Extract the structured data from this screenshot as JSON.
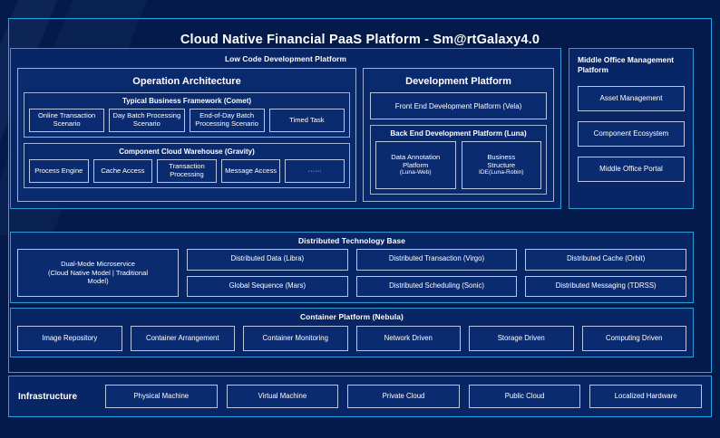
{
  "title": "Cloud Native Financial PaaS Platform - Sm@rtGalaxy4.0",
  "colors": {
    "canvas_bg": "#031a4a",
    "frame_border": "#22a5e8",
    "section_border": "#2f9ad6",
    "section_bg": "#082566",
    "chip_border": "#b9c7e2",
    "chip_bg": "#0b2b70",
    "text": "#ffffff"
  },
  "low_code": {
    "title": "Low Code Development Platform",
    "operation_architecture": {
      "title": "Operation Architecture",
      "groups": [
        {
          "title": "Typical Business Framework (Comet)",
          "items": [
            "Online Transaction Scenario",
            "Day Batch Processing Scenario",
            "End-of-Day Batch Processing Scenario",
            "Timed Task"
          ]
        },
        {
          "title": "Component Cloud Warehouse (Gravity)",
          "items": [
            "Process Engine",
            "Cache Access",
            "Transaction Processing",
            "Message Access",
            "······"
          ]
        }
      ]
    },
    "development_platform": {
      "title": "Development Platform",
      "front_end": "Front End Development Platform (Vela)",
      "back_end": {
        "title": "Back End Development Platform (Luna)",
        "items": [
          {
            "line1": "Data Annotation",
            "line2": "Platform",
            "line3": "(Luna-Web)"
          },
          {
            "line1": "Business",
            "line2": "Structure",
            "line3": "IDE(Luna-Robin)"
          }
        ]
      }
    }
  },
  "middle_office": {
    "title": "Middle Office Management Platform",
    "items": [
      "Asset Management",
      "Component Ecosystem",
      "Middle Office Portal"
    ]
  },
  "distributed_technology_base": {
    "title": "Distributed Technology Base",
    "featured": "Dual-Mode Microservice (Cloud Native Model | Traditional Model)",
    "featured_line1": "Dual-Mode Microservice",
    "featured_line2": "(Cloud Native Model | Traditional",
    "featured_line3": "Model)",
    "columns": [
      [
        "Distributed Data (Libra)",
        "Global Sequence (Mars)"
      ],
      [
        "Distributed Transaction (Virgo)",
        "Distributed Scheduling (Sonic)"
      ],
      [
        "Distributed Cache (Orbit)",
        "Distributed Messaging (TDRSS)"
      ]
    ]
  },
  "container_platform": {
    "title": "Container Platform (Nebula)",
    "items": [
      "Image Repository",
      "Container Arrangement",
      "Container Monitoring",
      "Network Driven",
      "Storage Driven",
      "Computing Driven"
    ]
  },
  "infrastructure": {
    "label": "Infrastructure",
    "items": [
      "Physical Machine",
      "Virtual Machine",
      "Private Cloud",
      "Public Cloud",
      "Localized Hardware"
    ]
  }
}
